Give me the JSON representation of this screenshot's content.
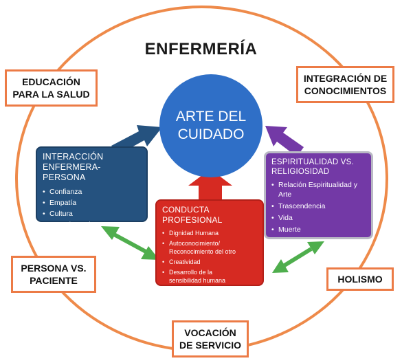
{
  "title": "ENFERMERÍA",
  "center": "ARTE DEL\nCUIDADO",
  "tags": {
    "educacion": "EDUCACIÓN\nPARA LA SALUD",
    "integracion": "INTEGRACIÓN DE\nCONOCIMIENTOS",
    "persona": "PERSONA VS.\nPACIENTE",
    "holismo": "HOLISMO",
    "vocacion": "VOCACIÓN\nDE SERVICIO"
  },
  "boxes": {
    "interaccion": {
      "heading": "INTERACCIÓN\nENFERMERA-PERSONA",
      "items": [
        "Confianza",
        "Empatía",
        "Cultura",
        "Escucha activa"
      ]
    },
    "conducta": {
      "heading": "CONDUCTA\nPROFESIONAL",
      "items": [
        "Dignidad Humana",
        "Autoconocimiento/\nReconocimiento del otro",
        "Creatividad",
        "Desarrollo de la\nsensibilidad humana"
      ]
    },
    "espiritualidad": {
      "heading": "ESPIRITUALIDAD VS.\nRELIGIOSIDAD",
      "items": [
        "Relación Espiritualidad y\nArte",
        "Trascendencia",
        "Vida",
        "Muerte"
      ]
    }
  },
  "colors": {
    "ring": "#ee8a4a",
    "center": "#2f6fc7",
    "blue_box": "#25527f",
    "red_box": "#d62a22",
    "purple_box": "#7339a6",
    "double_arrow": "#4fae4d"
  }
}
